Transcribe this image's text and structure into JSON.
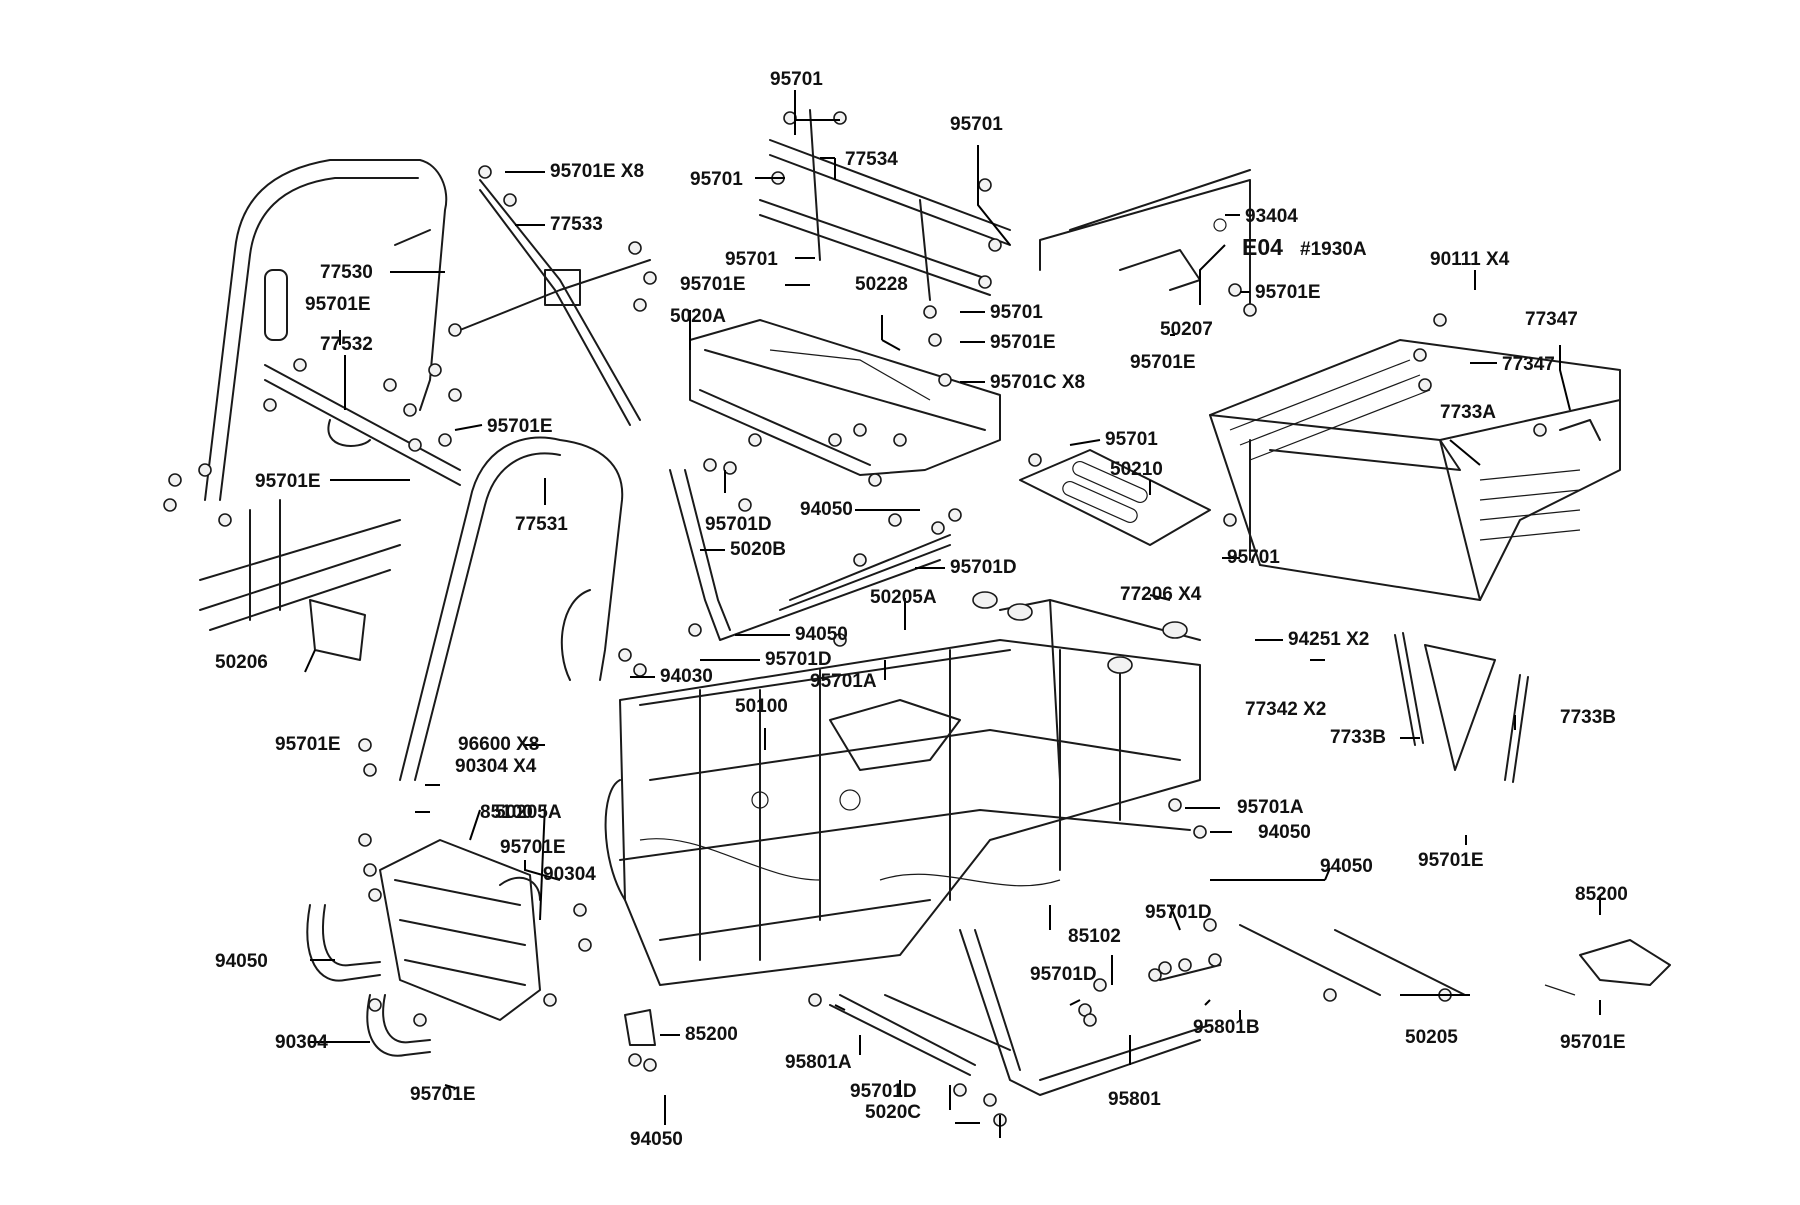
{
  "diagram": {
    "labels": [
      {
        "key": "l01",
        "text": "95701"
      },
      {
        "key": "l02",
        "text": "95701"
      },
      {
        "key": "l03",
        "text": "77534"
      },
      {
        "key": "l04",
        "text": "95701"
      },
      {
        "key": "l05",
        "text": "95701E X8"
      },
      {
        "key": "l06",
        "text": "77533"
      },
      {
        "key": "l07",
        "text": "93404"
      },
      {
        "key": "l08",
        "text": "E04"
      },
      {
        "key": "l09",
        "text": "#1930A"
      },
      {
        "key": "l10",
        "text": "95701"
      },
      {
        "key": "l11",
        "text": "95701E"
      },
      {
        "key": "l12",
        "text": "50228"
      },
      {
        "key": "l13",
        "text": "5020A"
      },
      {
        "key": "l14",
        "text": "95701"
      },
      {
        "key": "l15",
        "text": "95701E"
      },
      {
        "key": "l16",
        "text": "95701C X8"
      },
      {
        "key": "l17",
        "text": "95701E"
      },
      {
        "key": "l18",
        "text": "50207"
      },
      {
        "key": "l19",
        "text": "95701E"
      },
      {
        "key": "l20",
        "text": "90111 X4"
      },
      {
        "key": "l21",
        "text": "77347"
      },
      {
        "key": "l22",
        "text": "77347"
      },
      {
        "key": "l23",
        "text": "7733A"
      },
      {
        "key": "l24",
        "text": "77530"
      },
      {
        "key": "l25",
        "text": "95701E"
      },
      {
        "key": "l26",
        "text": "77532"
      },
      {
        "key": "l27",
        "text": "95701E"
      },
      {
        "key": "l28",
        "text": "95701E"
      },
      {
        "key": "l29",
        "text": "77531"
      },
      {
        "key": "l30",
        "text": "95701"
      },
      {
        "key": "l31",
        "text": "50210"
      },
      {
        "key": "l32",
        "text": "95701D"
      },
      {
        "key": "l33",
        "text": "94050"
      },
      {
        "key": "l34",
        "text": "5020B"
      },
      {
        "key": "l35",
        "text": "95701D"
      },
      {
        "key": "l36",
        "text": "95701"
      },
      {
        "key": "l37",
        "text": "50205A"
      },
      {
        "key": "l38",
        "text": "77206 X4"
      },
      {
        "key": "l39",
        "text": "94050"
      },
      {
        "key": "l40",
        "text": "95701D"
      },
      {
        "key": "l41",
        "text": "94030"
      },
      {
        "key": "l42",
        "text": "95701A"
      },
      {
        "key": "l43",
        "text": "94251 X2"
      },
      {
        "key": "l44",
        "text": "77342 X2"
      },
      {
        "key": "l45",
        "text": "7733B"
      },
      {
        "key": "l46",
        "text": "7733B"
      },
      {
        "key": "l47",
        "text": "50206"
      },
      {
        "key": "l48",
        "text": "50100"
      },
      {
        "key": "l49",
        "text": "96600 X8"
      },
      {
        "key": "l50",
        "text": "90304 X4"
      },
      {
        "key": "l51",
        "text": "95701E"
      },
      {
        "key": "l52",
        "text": "50205A"
      },
      {
        "key": "l53",
        "text": "95701A"
      },
      {
        "key": "l54",
        "text": "94050"
      },
      {
        "key": "l55",
        "text": "95701E"
      },
      {
        "key": "l56",
        "text": "85100"
      },
      {
        "key": "l57",
        "text": "95701E"
      },
      {
        "key": "l58",
        "text": "90304"
      },
      {
        "key": "l59",
        "text": "94050"
      },
      {
        "key": "l60",
        "text": "95701D"
      },
      {
        "key": "l61",
        "text": "85102"
      },
      {
        "key": "l62",
        "text": "85200"
      },
      {
        "key": "l63",
        "text": "94050"
      },
      {
        "key": "l64",
        "text": "95701D"
      },
      {
        "key": "l65",
        "text": "95801B"
      },
      {
        "key": "l66",
        "text": "50205"
      },
      {
        "key": "l67",
        "text": "85200"
      },
      {
        "key": "l68",
        "text": "90304"
      },
      {
        "key": "l69",
        "text": "95801A"
      },
      {
        "key": "l70",
        "text": "95701D"
      },
      {
        "key": "l71",
        "text": "5020C"
      },
      {
        "key": "l72",
        "text": "95801"
      },
      {
        "key": "l73",
        "text": "95701E"
      },
      {
        "key": "l74",
        "text": "95701E"
      },
      {
        "key": "l75",
        "text": "94050"
      }
    ]
  }
}
